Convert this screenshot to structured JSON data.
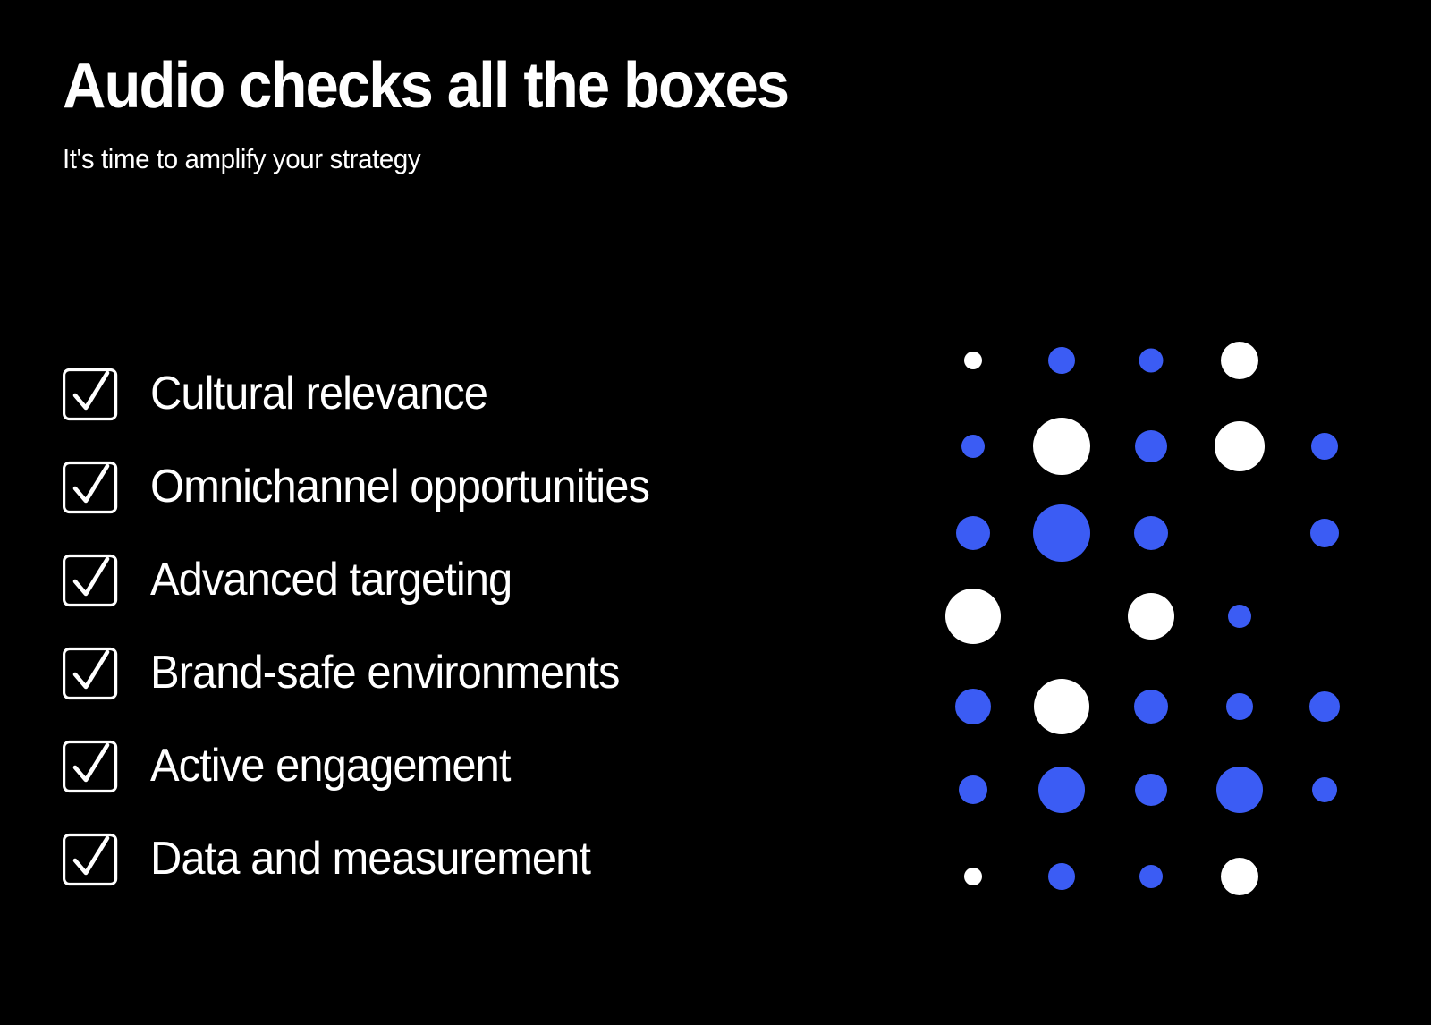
{
  "slide": {
    "background_color": "#000000",
    "title": "Audio checks all the boxes",
    "subtitle": "It's time to amplify your strategy"
  },
  "colors": {
    "background": "#000000",
    "text": "#FFFFFF",
    "accent_blue": "#3B5CF4",
    "accent_white": "#FFFFFF"
  },
  "checklist": {
    "icon_name": "checkbox-checked-icon",
    "items": [
      {
        "label": "Cultural relevance"
      },
      {
        "label": "Omnichannel opportunities"
      },
      {
        "label": "Advanced targeting"
      },
      {
        "label": "Brand-safe environments"
      },
      {
        "label": "Active engagement"
      },
      {
        "label": "Data and measurement"
      }
    ]
  },
  "dot_grid": {
    "rows": 7,
    "cols": 5,
    "col_x": [
      48,
      147,
      247,
      346,
      441
    ],
    "row_y": [
      33,
      129,
      226,
      319,
      420,
      513,
      610
    ],
    "dots": [
      {
        "row": 0,
        "col": 0,
        "size": 20,
        "color": "#FFFFFF"
      },
      {
        "row": 0,
        "col": 1,
        "size": 30,
        "color": "#3B5CF4"
      },
      {
        "row": 0,
        "col": 2,
        "size": 27,
        "color": "#3B5CF4"
      },
      {
        "row": 0,
        "col": 3,
        "size": 42,
        "color": "#FFFFFF"
      },
      {
        "row": 1,
        "col": 0,
        "size": 26,
        "color": "#3B5CF4"
      },
      {
        "row": 1,
        "col": 1,
        "size": 64,
        "color": "#FFFFFF"
      },
      {
        "row": 1,
        "col": 2,
        "size": 36,
        "color": "#3B5CF4"
      },
      {
        "row": 1,
        "col": 3,
        "size": 56,
        "color": "#FFFFFF"
      },
      {
        "row": 1,
        "col": 4,
        "size": 30,
        "color": "#3B5CF4"
      },
      {
        "row": 2,
        "col": 0,
        "size": 38,
        "color": "#3B5CF4"
      },
      {
        "row": 2,
        "col": 1,
        "size": 64,
        "color": "#3B5CF4"
      },
      {
        "row": 2,
        "col": 2,
        "size": 38,
        "color": "#3B5CF4"
      },
      {
        "row": 2,
        "col": 4,
        "size": 32,
        "color": "#3B5CF4"
      },
      {
        "row": 3,
        "col": 0,
        "size": 62,
        "color": "#FFFFFF"
      },
      {
        "row": 3,
        "col": 2,
        "size": 52,
        "color": "#FFFFFF"
      },
      {
        "row": 3,
        "col": 3,
        "size": 26,
        "color": "#3B5CF4"
      },
      {
        "row": 4,
        "col": 0,
        "size": 40,
        "color": "#3B5CF4"
      },
      {
        "row": 4,
        "col": 1,
        "size": 62,
        "color": "#FFFFFF"
      },
      {
        "row": 4,
        "col": 2,
        "size": 38,
        "color": "#3B5CF4"
      },
      {
        "row": 4,
        "col": 3,
        "size": 30,
        "color": "#3B5CF4"
      },
      {
        "row": 4,
        "col": 4,
        "size": 34,
        "color": "#3B5CF4"
      },
      {
        "row": 5,
        "col": 0,
        "size": 32,
        "color": "#3B5CF4"
      },
      {
        "row": 5,
        "col": 1,
        "size": 52,
        "color": "#3B5CF4"
      },
      {
        "row": 5,
        "col": 2,
        "size": 36,
        "color": "#3B5CF4"
      },
      {
        "row": 5,
        "col": 3,
        "size": 52,
        "color": "#3B5CF4"
      },
      {
        "row": 5,
        "col": 4,
        "size": 28,
        "color": "#3B5CF4"
      },
      {
        "row": 6,
        "col": 0,
        "size": 20,
        "color": "#FFFFFF"
      },
      {
        "row": 6,
        "col": 1,
        "size": 30,
        "color": "#3B5CF4"
      },
      {
        "row": 6,
        "col": 2,
        "size": 26,
        "color": "#3B5CF4"
      },
      {
        "row": 6,
        "col": 3,
        "size": 42,
        "color": "#FFFFFF"
      }
    ]
  }
}
